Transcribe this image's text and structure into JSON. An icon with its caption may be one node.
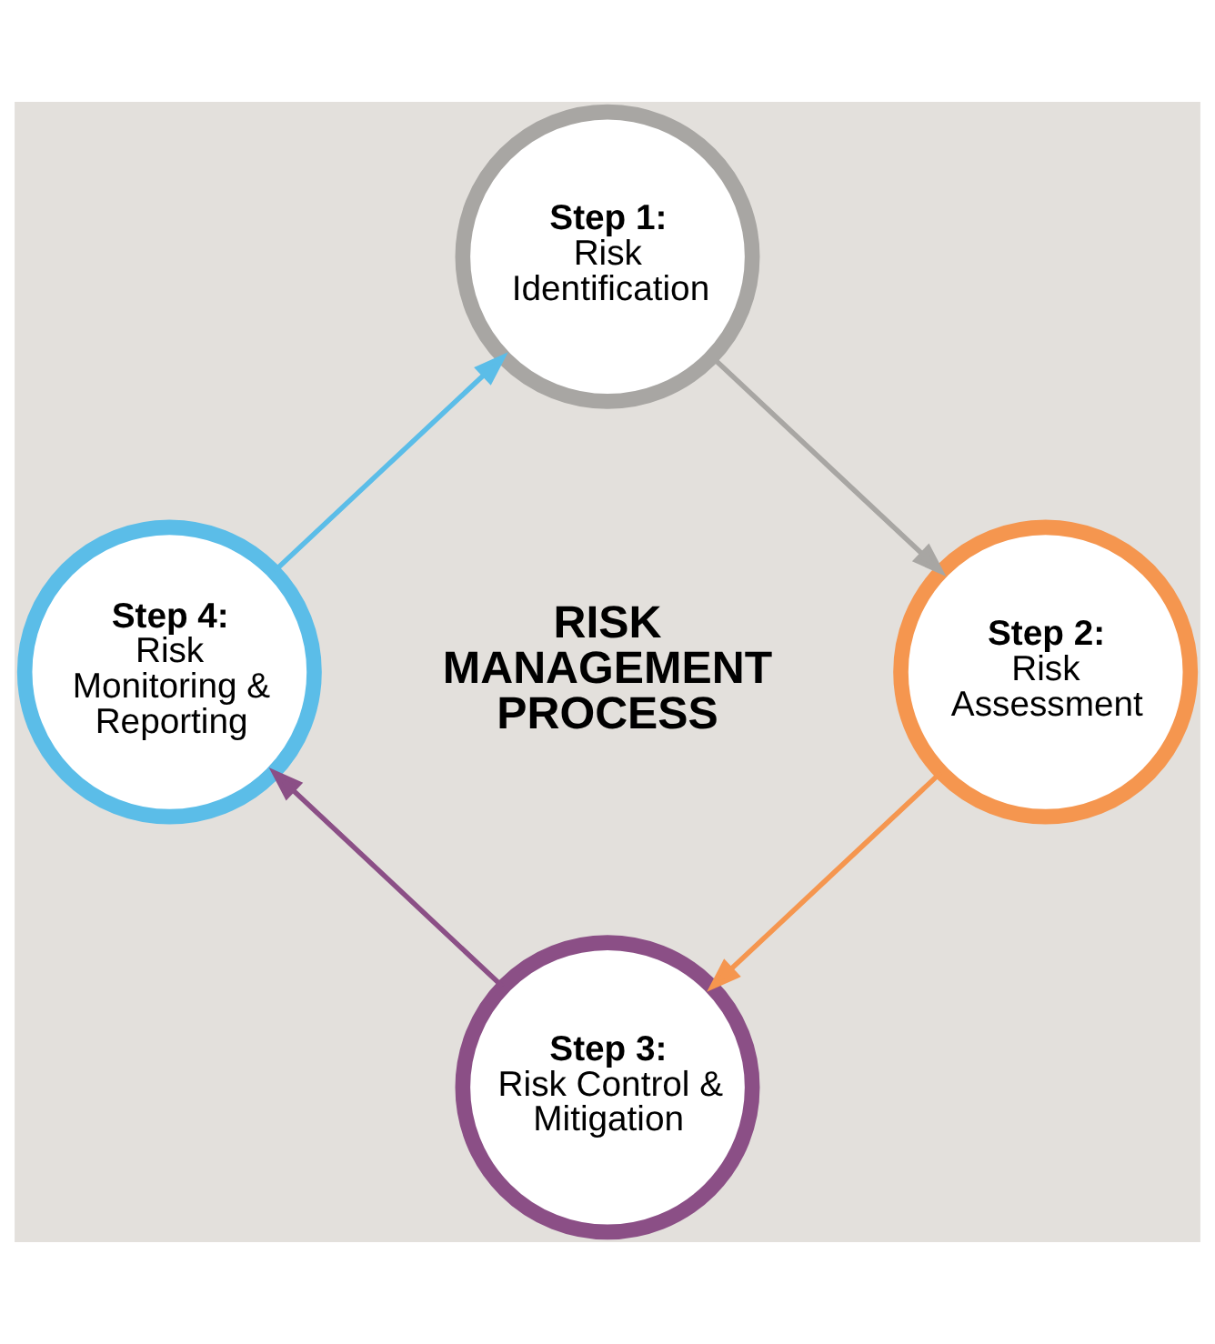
{
  "diagram": {
    "nodes": [
      {
        "text": [
          "Step 1:",
          "Risk Identification"
        ]
      },
      {
        "text": [
          "Step 2:",
          "Risk Assessment"
        ]
      },
      {
        "text": [
          "Step 3:",
          "Risk Control & Mitigation"
        ]
      },
      {
        "text": [
          "Step 4:",
          "Risk Monitoring & Reporting"
        ]
      }
    ],
    "edges": [
      {
        "from": 0,
        "to": 1,
        "arrow": "to",
        "color": "#a8a6a3"
      },
      {
        "from": 1,
        "to": 2,
        "arrow": "to",
        "color": "#f5964f"
      },
      {
        "from": 2,
        "to": 3,
        "arrow": "to",
        "color": "#8b4f86"
      },
      {
        "from": 3,
        "to": 0,
        "arrow": "to",
        "color": "#5bbde8"
      }
    ],
    "labels": [
      "RISK MANAGEMENT PROCESS"
    ]
  }
}
